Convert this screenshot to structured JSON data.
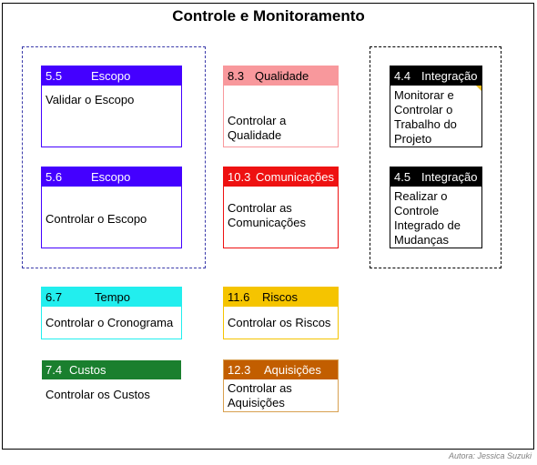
{
  "title": "Controle e Monitoramento",
  "credit": "Autora: Jessica Suzuki",
  "colors": {
    "escopo": "#4400ff",
    "qualidade": "#f8989c",
    "integracao": "#000000",
    "comunicacoes": "#ee1111",
    "tempo": "#22eeee",
    "riscos": "#f5c400",
    "custos": "#1a7f2e",
    "aquisicoes": "#c25e00",
    "group_border": "#3a3aaa"
  },
  "cards": [
    {
      "code": "5.5",
      "area": "Escopo",
      "body": "Validar o Escopo"
    },
    {
      "code": "5.6",
      "area": "Escopo",
      "body": "Controlar o Escopo"
    },
    {
      "code": "8.3",
      "area": "Qualidade",
      "body": "Controlar a Qualidade"
    },
    {
      "code": "10.3",
      "area": "Comunicações",
      "body": "Controlar as Comunicações"
    },
    {
      "code": "4.4",
      "area": "Integração",
      "body": "Monitorar e Controlar o Trabalho do Projeto"
    },
    {
      "code": "4.5",
      "area": "Integração",
      "body": "Realizar o Controle Integrado de Mudanças"
    },
    {
      "code": "6.7",
      "area": "Tempo",
      "body": "Controlar o Cronograma"
    },
    {
      "code": "11.6",
      "area": "Riscos",
      "body": "Controlar os Riscos"
    },
    {
      "code": "7.4",
      "area": "Custos",
      "body": "Controlar os Custos"
    },
    {
      "code": "12.3",
      "area": "Aquisições",
      "body": "Controlar as Aquisições"
    }
  ]
}
